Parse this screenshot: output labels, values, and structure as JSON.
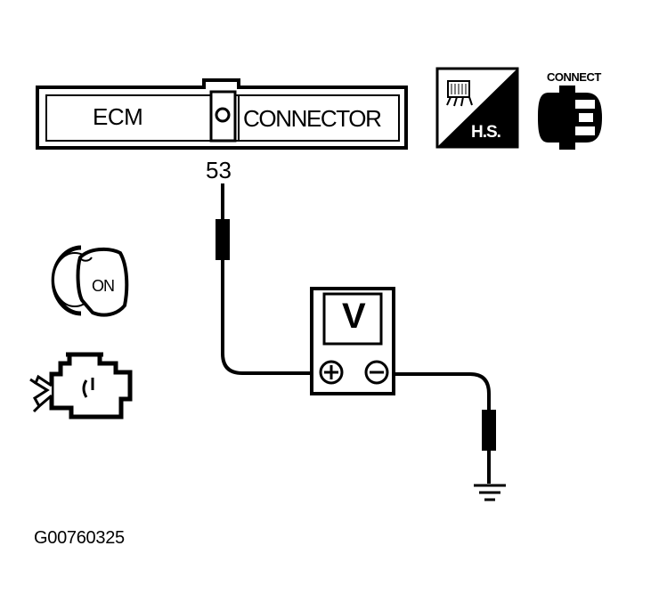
{
  "connector": {
    "left_label": "ECM",
    "right_label": "CONNECTOR",
    "pin_number": "53"
  },
  "ignition": {
    "position_label": "ON"
  },
  "harness_icon": {
    "label": "H.S."
  },
  "connect_icon": {
    "label": "CONNECT"
  },
  "meter": {
    "label": "V",
    "positive_symbol": "+",
    "negative_symbol": "−"
  },
  "figure_code": "G00760325",
  "colors": {
    "ink": "#000000",
    "background": "#ffffff"
  }
}
